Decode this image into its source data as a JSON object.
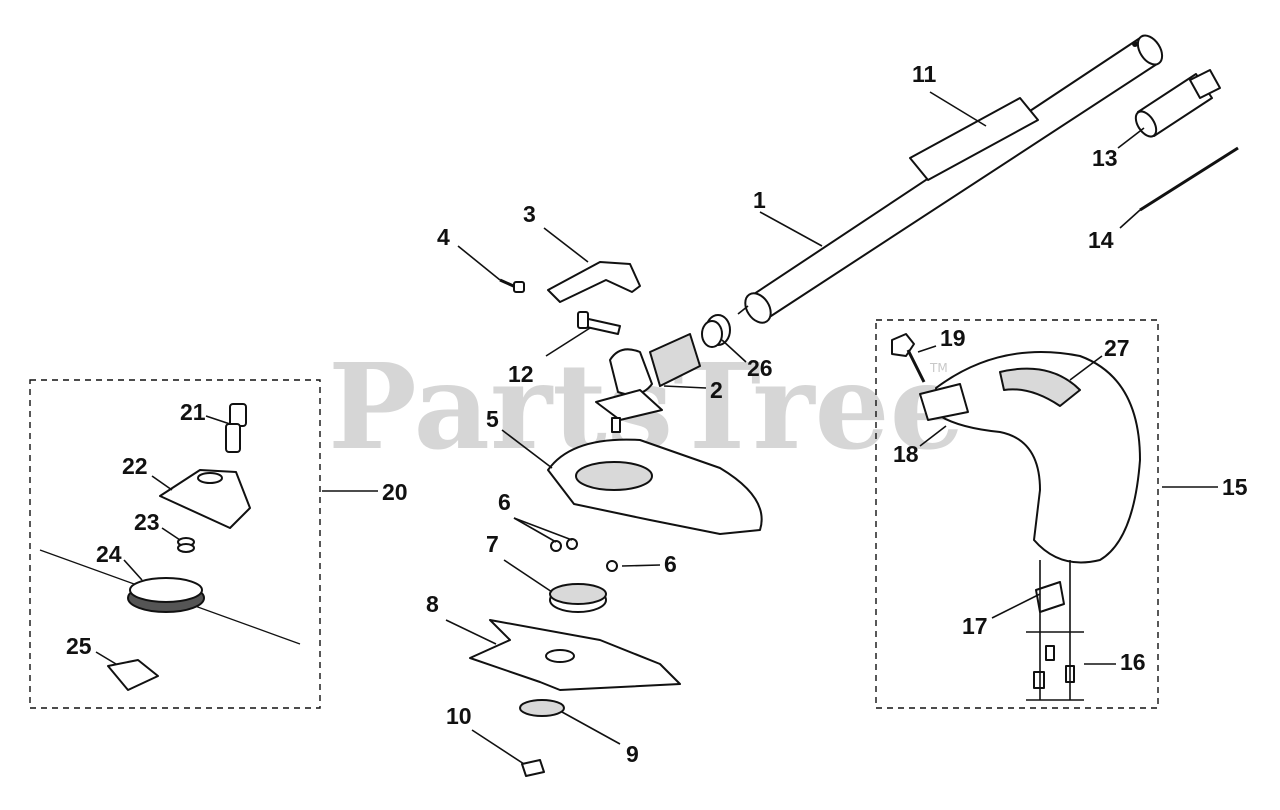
{
  "watermark": {
    "text": "PartsTree",
    "trademark": "TM"
  },
  "callouts": {
    "c1": "1",
    "c2": "2",
    "c3": "3",
    "c4": "4",
    "c5": "5",
    "c6a": "6",
    "c6b": "6",
    "c7": "7",
    "c8": "8",
    "c9": "9",
    "c10": "10",
    "c11": "11",
    "c12": "12",
    "c13": "13",
    "c14": "14",
    "c15": "15",
    "c16": "16",
    "c17": "17",
    "c18": "18",
    "c19": "19",
    "c20": "20",
    "c21": "21",
    "c22": "22",
    "c23": "23",
    "c24": "24",
    "c25": "25",
    "c26": "26",
    "c27": "27"
  }
}
